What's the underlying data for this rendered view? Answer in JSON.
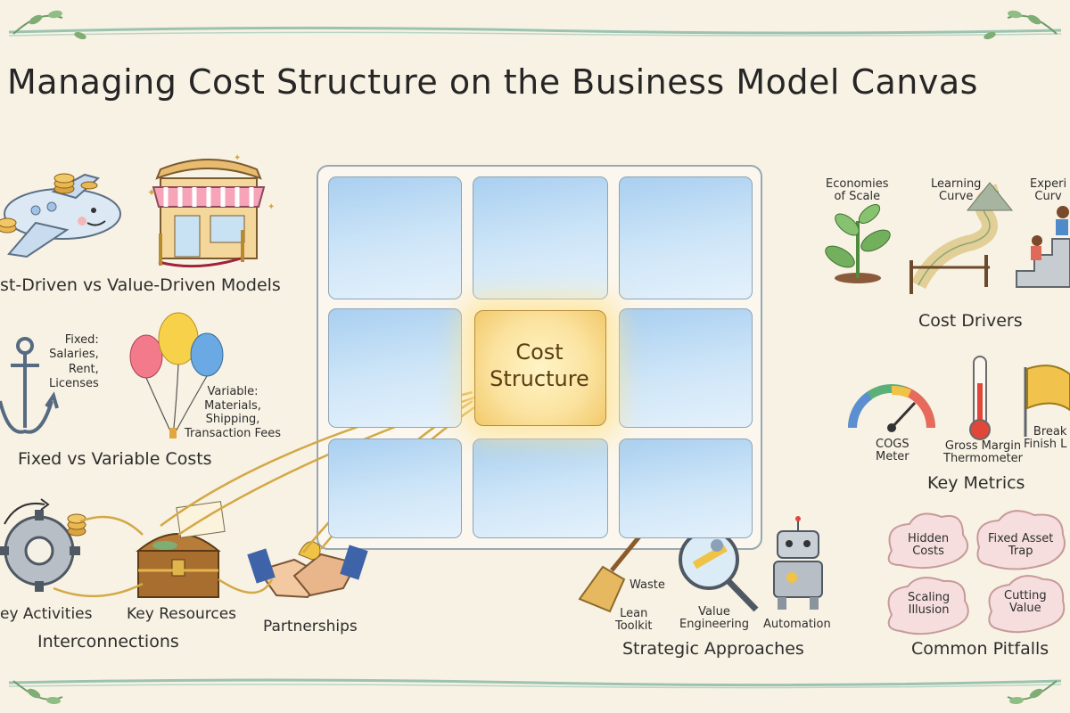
{
  "title": "Managing Cost Structure on the Business Model Canvas",
  "center": {
    "line1": "Cost",
    "line2": "Structure"
  },
  "cost_models": {
    "heading": "st-Driven vs Value-Driven Models"
  },
  "fixed_variable": {
    "heading": "Fixed vs Variable Costs",
    "fixed": [
      "Fixed:",
      "Salaries,",
      "Rent,",
      "Licenses"
    ],
    "variable": [
      "Variable:",
      "Materials,",
      "Shipping,",
      "Transaction Fees"
    ]
  },
  "interconnections": {
    "heading": "Interconnections",
    "key_activities": "ey Activities",
    "key_resources": "Key Resources",
    "partnerships": "Partnerships"
  },
  "cost_drivers": {
    "heading": "Cost Drivers",
    "economies": [
      "Economies",
      "of Scale"
    ],
    "learning": [
      "Learning",
      "Curve"
    ],
    "experience": [
      "Experi",
      "Curv"
    ]
  },
  "key_metrics": {
    "heading": "Key Metrics",
    "cogs": [
      "COGS",
      "Meter"
    ],
    "gross_margin": [
      "Gross Margin",
      "Thermometer"
    ],
    "breakeven": [
      "Break",
      "Finish L"
    ]
  },
  "strategic": {
    "heading": "Strategic Approaches",
    "waste": "Waste",
    "lean": [
      "Lean",
      "Toolkit"
    ],
    "value_eng": [
      "Value",
      "Engineering"
    ],
    "automation": "Automation"
  },
  "pitfalls": {
    "heading": "Common Pitfalls",
    "items": [
      [
        "Hidden",
        "Costs"
      ],
      [
        "Fixed Asset",
        "Trap"
      ],
      [
        "Scaling",
        "Illusion"
      ],
      [
        "Cutting",
        "Value"
      ]
    ]
  },
  "colors": {
    "background": "#f8f2e4",
    "cell_blue": "#b9dbf5",
    "center_gold": "#f6d27a",
    "vine": "#8bb49a"
  }
}
